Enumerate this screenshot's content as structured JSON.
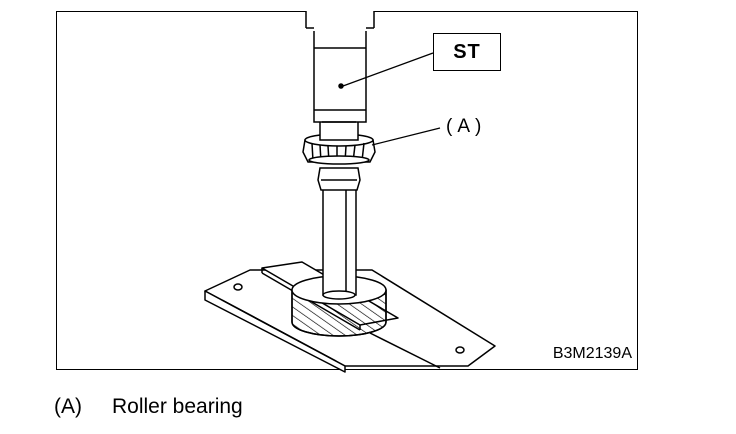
{
  "figure": {
    "st_label": "ST",
    "callout_label": "(A)",
    "figure_code": "B3M2139A"
  },
  "legend": {
    "items": [
      {
        "key": "(A)",
        "text": "Roller bearing"
      }
    ]
  }
}
